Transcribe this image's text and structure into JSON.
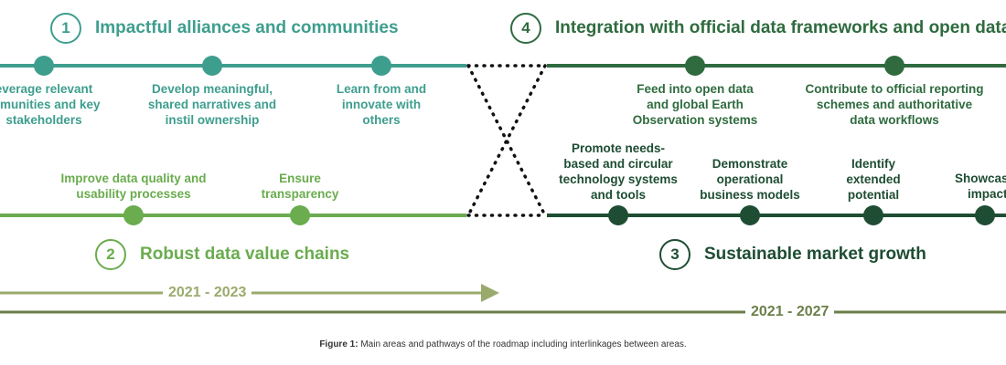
{
  "colors": {
    "area1": "#3e9e8e",
    "area2": "#6aac4e",
    "area3": "#1e4d33",
    "area4": "#2f6b3f",
    "timeline": "#9aaa6c",
    "crossing": "#111111"
  },
  "area1": {
    "number": "1",
    "title": "Impactful alliances and communities",
    "steps": [
      {
        "lines": [
          "everage relevant",
          "mmunities and key",
          "stakeholders"
        ]
      },
      {
        "lines": [
          "Develop meaningful,",
          "shared narratives and",
          "instil ownership"
        ]
      },
      {
        "lines": [
          "Learn from and",
          "innovate with",
          "others"
        ]
      }
    ]
  },
  "area2": {
    "number": "2",
    "title": "Robust data value chains",
    "steps": [
      {
        "lines": [
          "Improve data quality and",
          "usability processes"
        ]
      },
      {
        "lines": [
          "Ensure",
          "transparency"
        ]
      }
    ]
  },
  "area3": {
    "number": "3",
    "title": "Sustainable market growth",
    "steps": [
      {
        "lines": [
          "Promote needs-",
          "based and circular",
          "technology systems",
          "and tools"
        ]
      },
      {
        "lines": [
          "Demonstrate",
          "operational",
          "business models"
        ]
      },
      {
        "lines": [
          "Identify",
          "extended",
          "potential"
        ]
      },
      {
        "lines": [
          "Showcas",
          "impact"
        ]
      }
    ]
  },
  "area4": {
    "number": "4",
    "title": "Integration with official data frameworks and open data",
    "steps": [
      {
        "lines": [
          "Feed into open data",
          "and global Earth",
          "Observation systems"
        ]
      },
      {
        "lines": [
          "Contribute to official reporting",
          "schemes and authoritative",
          "data workflows"
        ]
      }
    ]
  },
  "timelines": {
    "short": "2021 - 2023",
    "long": "2021 - 2027"
  },
  "caption": {
    "label": "Figure 1:",
    "text": " Main areas and pathways of the roadmap including interlinkages between areas."
  }
}
